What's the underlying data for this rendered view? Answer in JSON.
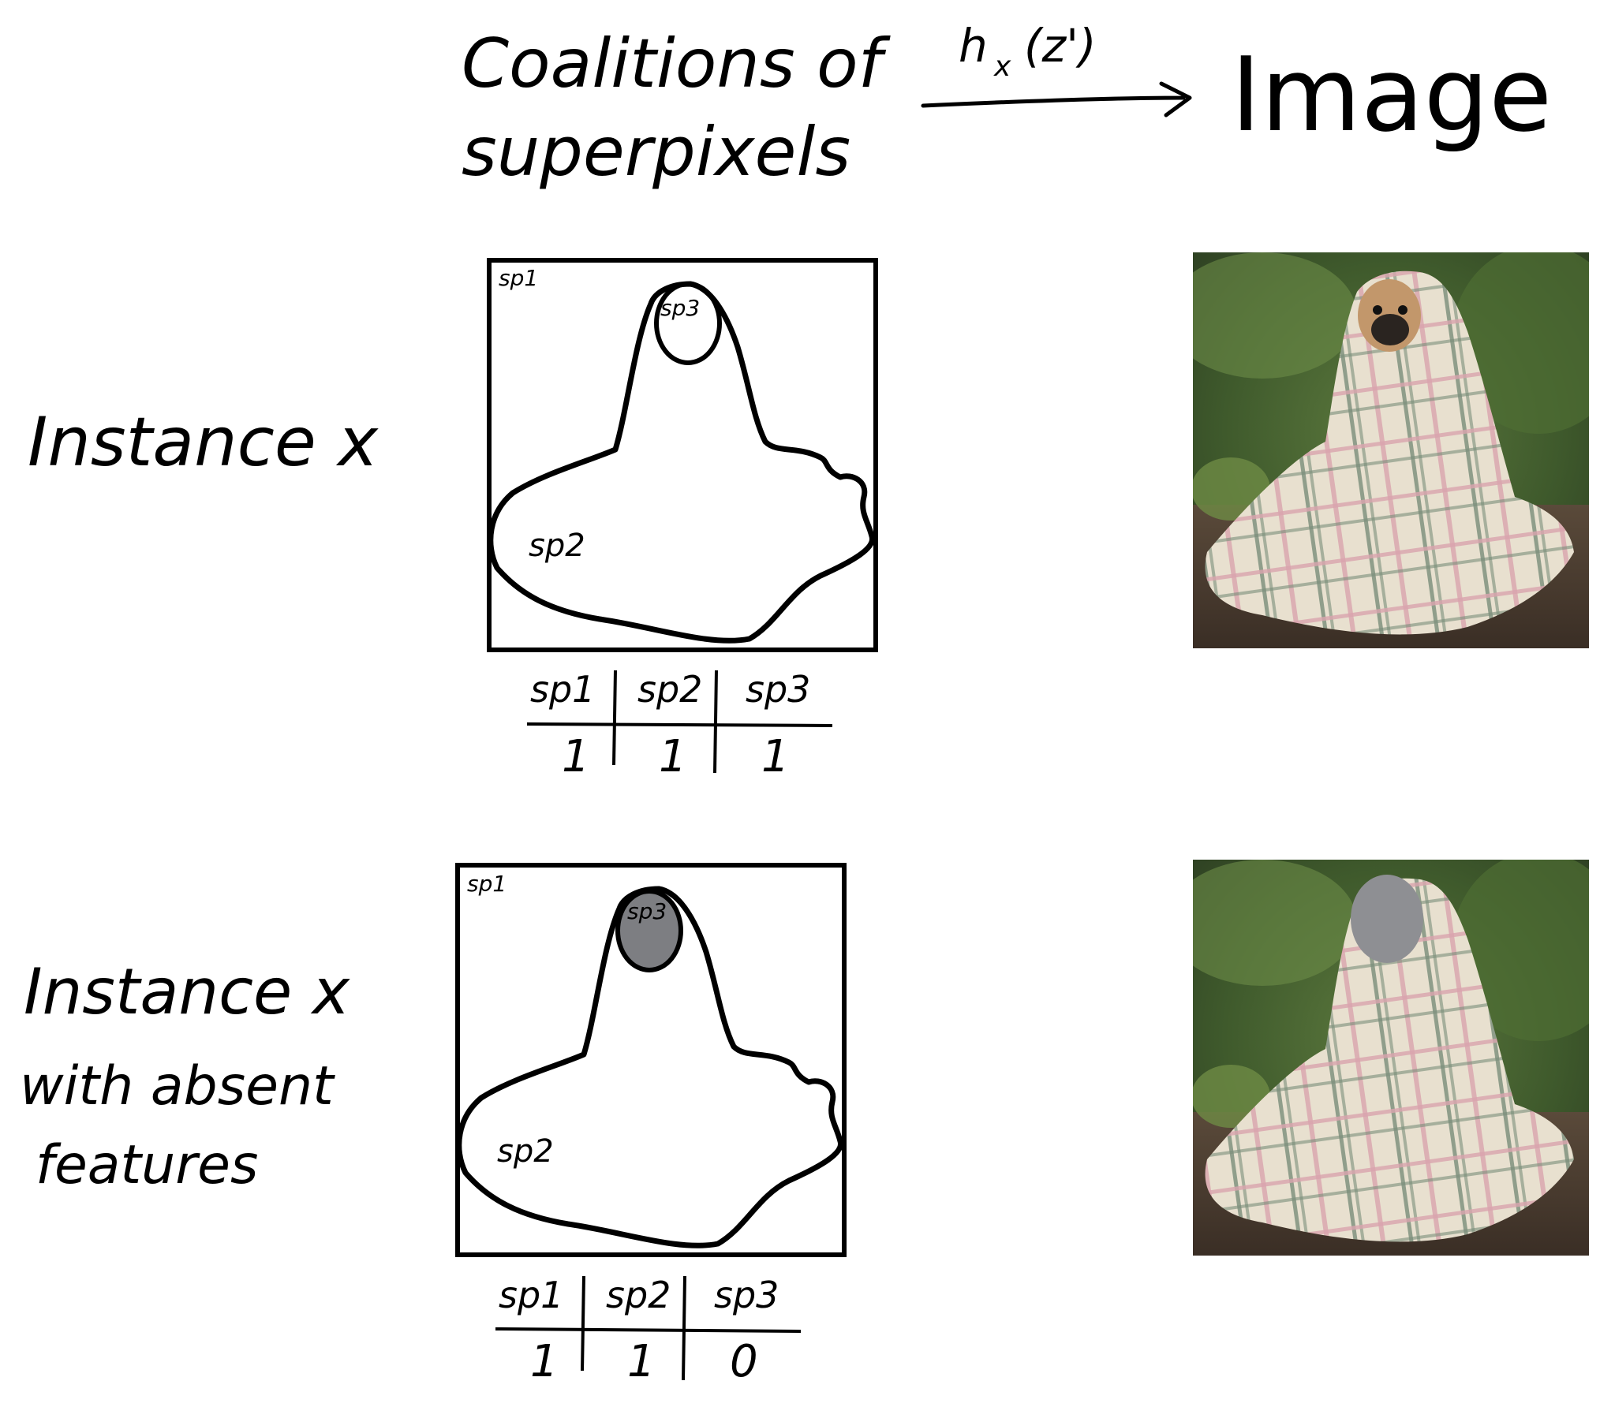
{
  "header": {
    "coalitions_line1": "Coalitions of",
    "coalitions_line2": "superpixels",
    "mapping": "h",
    "mapping_sub": "x",
    "mapping_arg": "(z')",
    "target": "Image"
  },
  "rows": [
    {
      "label_lines": [
        "Instance x"
      ],
      "superpixels": [
        "sp1",
        "sp2",
        "sp3"
      ],
      "coalition": [
        "1",
        "1",
        "1"
      ],
      "sp3_absent": false
    },
    {
      "label_lines": [
        "Instance x",
        "with absent",
        "features"
      ],
      "superpixels": [
        "sp1",
        "sp2",
        "sp3"
      ],
      "coalition": [
        "1",
        "1",
        "0"
      ],
      "sp3_absent": true
    }
  ],
  "colors": {
    "ink": "#000000",
    "absent_fill": "#7d7e82",
    "grey_out": "#8e8f93",
    "forest_green": "#4d6b34",
    "blanket_cream": "#e8e0cf",
    "stripe_pink": "#d9a4ae",
    "stripe_green": "#7a8d7a",
    "dog_fawn": "#c2976b"
  }
}
